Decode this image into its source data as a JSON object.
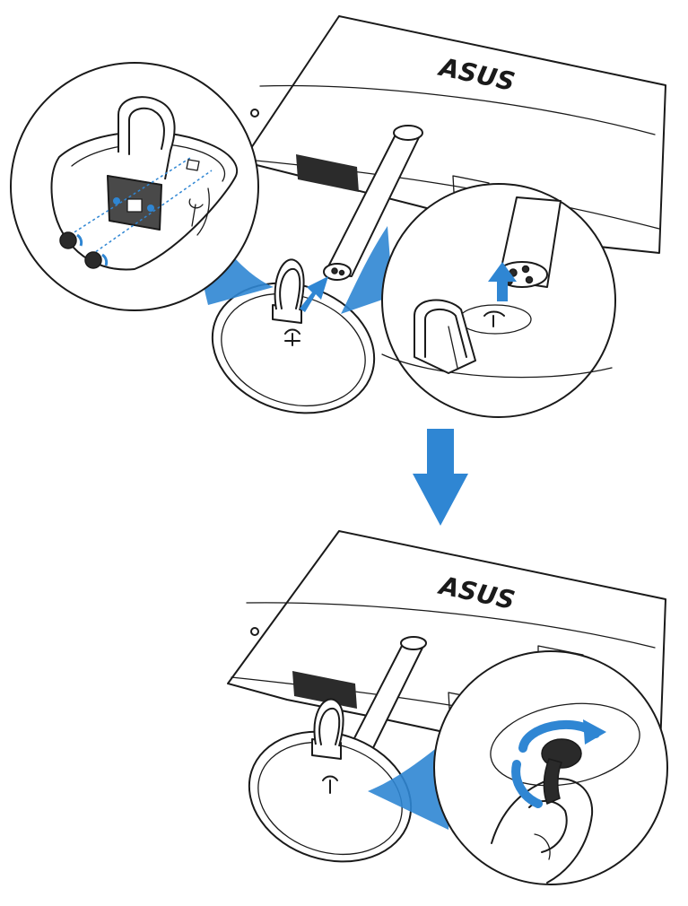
{
  "logo_top": "ASUS",
  "logo_bottom": "ASUS",
  "colors": {
    "accent": "#2f86d3",
    "line": "#1a1a1a",
    "background": "#ffffff"
  },
  "steps": [
    {
      "name": "attach-base-to-arm",
      "icon": "arrow-up-right-icon"
    },
    {
      "name": "proceed-down",
      "icon": "arrow-down-icon"
    },
    {
      "name": "tighten-screw",
      "icon": "rotate-clockwise-icon"
    }
  ]
}
